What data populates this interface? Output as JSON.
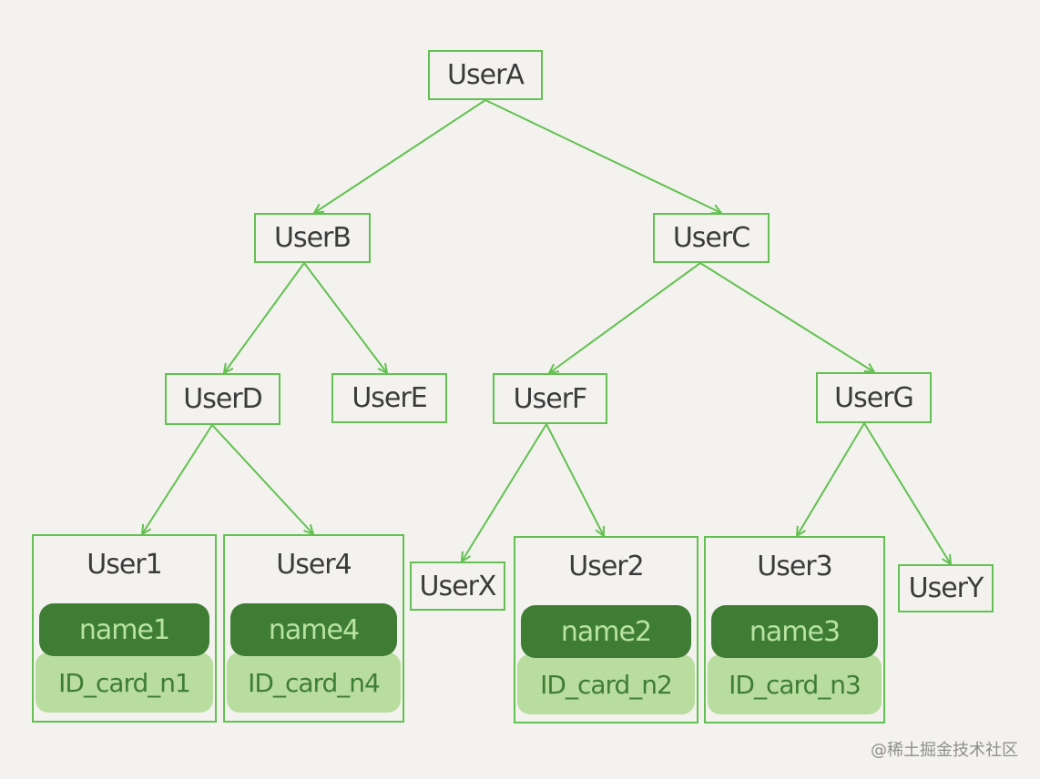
{
  "tree": {
    "root": "UserA",
    "level2": [
      "UserB",
      "UserC"
    ],
    "level3": [
      "UserD",
      "UserE",
      "UserF",
      "UserG"
    ],
    "singles": [
      "UserX",
      "UserY"
    ],
    "leaves": [
      {
        "title": "User1",
        "name": "name1",
        "id": "ID_card_n1"
      },
      {
        "title": "User4",
        "name": "name4",
        "id": "ID_card_n4"
      },
      {
        "title": "User2",
        "name": "name2",
        "id": "ID_card_n2"
      },
      {
        "title": "User3",
        "name": "name3",
        "id": "ID_card_n3"
      }
    ]
  },
  "colors": {
    "line": "#62c150",
    "pill_dark": "#3f7d35",
    "pill_light": "#b9dc9f"
  },
  "watermark": "@稀土掘金技术社区"
}
